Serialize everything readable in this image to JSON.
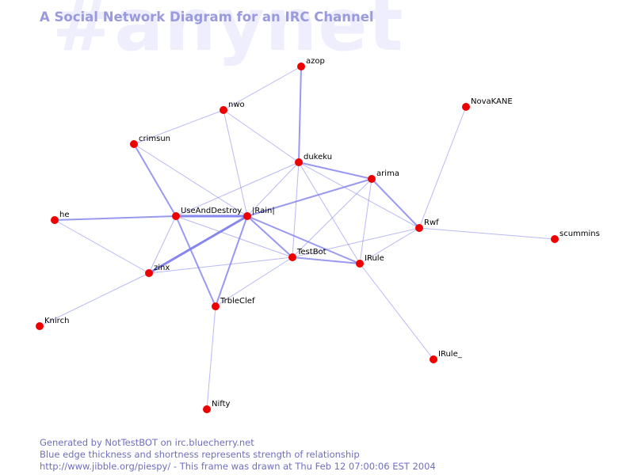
{
  "title": "A Social Network Diagram for an IRC Channel",
  "watermark": "#anynet",
  "footer": {
    "line1": "Generated by NotTestBOT on irc.bluecherry.net",
    "line2": "Blue edge thickness and shortness represents strength of relationship",
    "line3": "http://www.jibble.org/piespy/ - This frame was drawn at Thu Feb 12 07:00:06 EST 2004"
  },
  "colors": {
    "node": "#ee0000",
    "edge": "#8080ee",
    "title": "#9a9ade",
    "watermark": "#eeeefc",
    "footer": "#6f6fbf"
  },
  "nodes": [
    {
      "id": "azop",
      "label": "azop"
    },
    {
      "id": "nwo",
      "label": "nwo"
    },
    {
      "id": "NovaKANE",
      "label": "NovaKANE"
    },
    {
      "id": "crimsun",
      "label": "crimsun"
    },
    {
      "id": "dukeku",
      "label": "dukeku"
    },
    {
      "id": "arima",
      "label": "arima"
    },
    {
      "id": "he",
      "label": "he"
    },
    {
      "id": "UseAndDestroy",
      "label": "UseAndDestroy"
    },
    {
      "id": "Rain",
      "label": "|Rain|"
    },
    {
      "id": "Rwf",
      "label": "Rwf"
    },
    {
      "id": "scummins",
      "label": "scummins"
    },
    {
      "id": "TestBot",
      "label": "TestBot"
    },
    {
      "id": "IRule",
      "label": "IRule"
    },
    {
      "id": "zinx",
      "label": "zinx"
    },
    {
      "id": "TrbleClef",
      "label": "TrbleClef"
    },
    {
      "id": "Knirch",
      "label": "Knirch"
    },
    {
      "id": "IRule_",
      "label": "IRule_"
    },
    {
      "id": "Nifty",
      "label": "Nifty"
    }
  ],
  "edges": [
    {
      "source": "azop",
      "target": "nwo",
      "weight": 1
    },
    {
      "source": "azop",
      "target": "dukeku",
      "weight": 2
    },
    {
      "source": "nwo",
      "target": "crimsun",
      "weight": 1
    },
    {
      "source": "nwo",
      "target": "dukeku",
      "weight": 1
    },
    {
      "source": "nwo",
      "target": "Rain",
      "weight": 1
    },
    {
      "source": "NovaKANE",
      "target": "Rwf",
      "weight": 1
    },
    {
      "source": "crimsun",
      "target": "UseAndDestroy",
      "weight": 2
    },
    {
      "source": "crimsun",
      "target": "Rain",
      "weight": 1
    },
    {
      "source": "dukeku",
      "target": "arima",
      "weight": 2
    },
    {
      "source": "dukeku",
      "target": "UseAndDestroy",
      "weight": 1
    },
    {
      "source": "dukeku",
      "target": "Rain",
      "weight": 1
    },
    {
      "source": "dukeku",
      "target": "TestBot",
      "weight": 1
    },
    {
      "source": "dukeku",
      "target": "IRule",
      "weight": 1
    },
    {
      "source": "dukeku",
      "target": "Rwf",
      "weight": 1
    },
    {
      "source": "arima",
      "target": "Rain",
      "weight": 2
    },
    {
      "source": "arima",
      "target": "Rwf",
      "weight": 2
    },
    {
      "source": "arima",
      "target": "TestBot",
      "weight": 1
    },
    {
      "source": "arima",
      "target": "IRule",
      "weight": 1
    },
    {
      "source": "he",
      "target": "UseAndDestroy",
      "weight": 2
    },
    {
      "source": "he",
      "target": "zinx",
      "weight": 1
    },
    {
      "source": "UseAndDestroy",
      "target": "Rain",
      "weight": 3
    },
    {
      "source": "UseAndDestroy",
      "target": "TestBot",
      "weight": 1
    },
    {
      "source": "UseAndDestroy",
      "target": "zinx",
      "weight": 1
    },
    {
      "source": "UseAndDestroy",
      "target": "TrbleClef",
      "weight": 2
    },
    {
      "source": "Rain",
      "target": "TestBot",
      "weight": 2
    },
    {
      "source": "Rain",
      "target": "IRule",
      "weight": 2
    },
    {
      "source": "Rain",
      "target": "zinx",
      "weight": 3
    },
    {
      "source": "Rain",
      "target": "TrbleClef",
      "weight": 2
    },
    {
      "source": "Rwf",
      "target": "scummins",
      "weight": 1
    },
    {
      "source": "Rwf",
      "target": "TestBot",
      "weight": 1
    },
    {
      "source": "Rwf",
      "target": "IRule",
      "weight": 1
    },
    {
      "source": "TestBot",
      "target": "IRule",
      "weight": 2
    },
    {
      "source": "TestBot",
      "target": "zinx",
      "weight": 1
    },
    {
      "source": "TestBot",
      "target": "TrbleClef",
      "weight": 1
    },
    {
      "source": "IRule",
      "target": "IRule_",
      "weight": 1
    },
    {
      "source": "zinx",
      "target": "Knirch",
      "weight": 1
    },
    {
      "source": "TrbleClef",
      "target": "Nifty",
      "weight": 1
    }
  ]
}
